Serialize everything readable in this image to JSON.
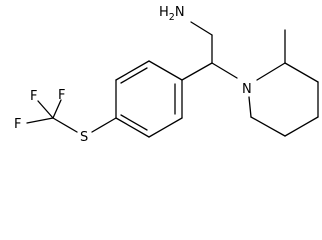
{
  "molecule": {
    "atoms": {
      "amine": {
        "symbol": "H",
        "subscript": "2",
        "element": "N"
      },
      "piperidine_nitrogen": {
        "symbol": "N"
      },
      "sulfur": {
        "symbol": "S"
      },
      "fluorine_top_left": {
        "symbol": "F"
      },
      "fluorine_top_right": {
        "symbol": "F"
      },
      "fluorine_left": {
        "symbol": "F"
      }
    }
  }
}
